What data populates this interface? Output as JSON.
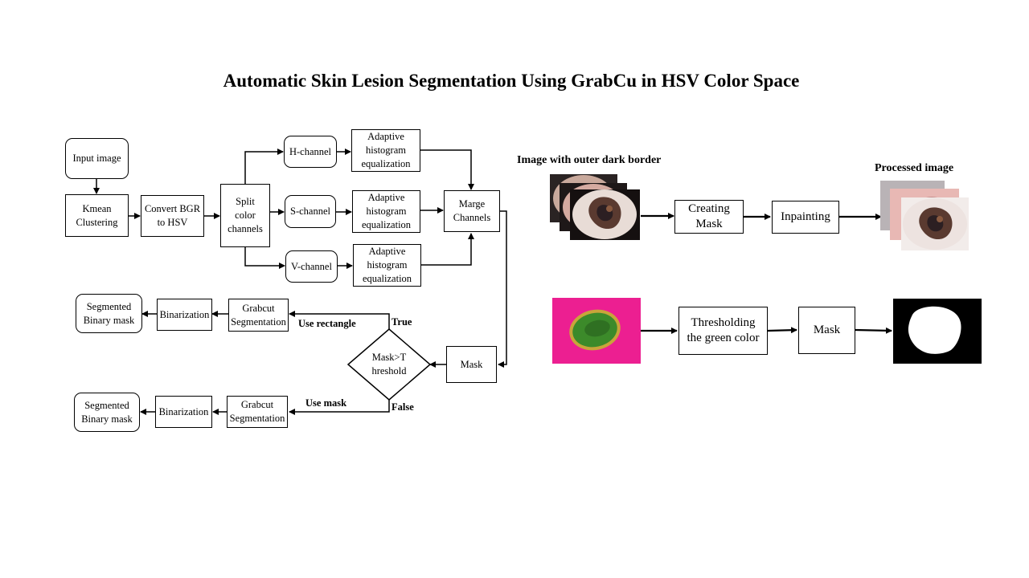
{
  "title": "Automatic Skin Lesion Segmentation Using GrabCu in HSV Color Space",
  "flow": {
    "input_image": "Input image",
    "kmean": [
      "Kmean",
      "Clustering"
    ],
    "convert": [
      "Convert BGR",
      "to HSV"
    ],
    "split": [
      "Split",
      "color",
      "channels"
    ],
    "h_channel": "H-channel",
    "s_channel": "S-channel",
    "v_channel": "V-channel",
    "ahe": [
      "Adaptive",
      "histogram",
      "equalization"
    ],
    "merge": [
      "Marge",
      "Channels"
    ],
    "mask": "Mask",
    "decision": [
      "Mask>T",
      "hreshold"
    ],
    "true_label": "True",
    "false_label": "False",
    "use_rectangle": "Use rectangle",
    "use_mask": "Use mask",
    "grabcut": [
      "Grabcut",
      "Segmentation"
    ],
    "binarization": "Binarization",
    "segmented": [
      "Segmented",
      "Binary mask"
    ]
  },
  "preprocess": {
    "input_label": "Image with outer dark border",
    "creating_mask": [
      "Creating",
      "Mask"
    ],
    "inpainting": "Inpainting",
    "output_label": "Processed image"
  },
  "threshold": {
    "thresholding": [
      "Thresholding",
      "the green color"
    ],
    "mask": "Mask"
  },
  "colors": {
    "magenta_bg": "#e8108a",
    "lesion_green": "#3c8a2a",
    "lesion_outline": "#c9a53a",
    "mask_black": "#000000",
    "mask_white": "#ffffff"
  }
}
